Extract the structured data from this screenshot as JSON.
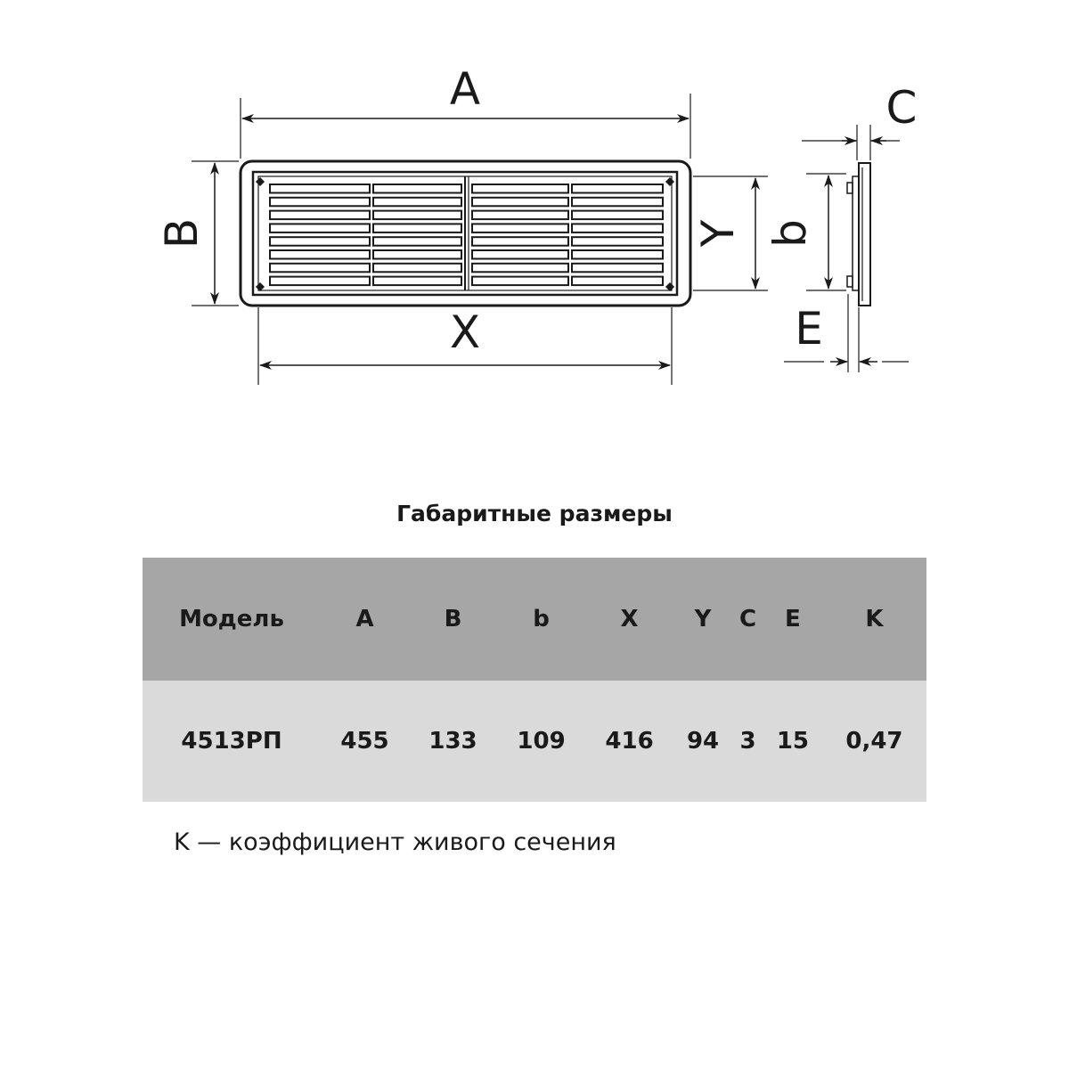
{
  "drawing": {
    "labels": {
      "A": "A",
      "B": "B",
      "X": "X",
      "Y": "Y",
      "b": "b",
      "C": "C",
      "E": "E"
    }
  },
  "table": {
    "title": "Габаритные размеры",
    "headers": [
      "Модель",
      "A",
      "B",
      "b",
      "X",
      "Y",
      "C",
      "E",
      "K"
    ],
    "rows": [
      [
        "4513РП",
        "455",
        "133",
        "109",
        "416",
        "94",
        "3",
        "15",
        "0,47"
      ]
    ]
  },
  "footnote": "K — коэффициент живого сечения"
}
